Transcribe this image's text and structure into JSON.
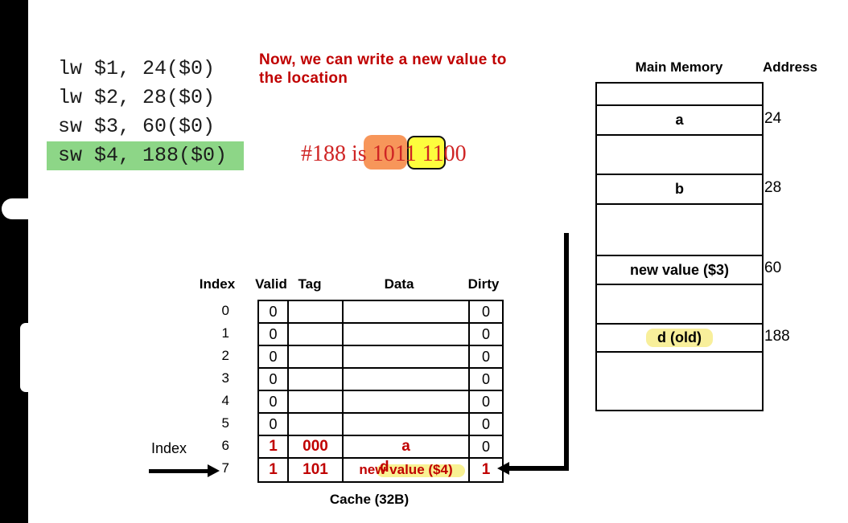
{
  "slide": {
    "code": {
      "lines": [
        "lw $1, 24($0)",
        "lw $2, 28($0)",
        "sw $3, 60($0)",
        "sw $4, 188($0)"
      ],
      "highlighted_line": "sw $4, 188($0)"
    },
    "note": {
      "line1": "Now, we can write a new value to",
      "line2": "the location"
    },
    "binary": {
      "prefix": "#188 is ",
      "tag_bits": "101",
      "boxed_bits": "1 11",
      "trailing_bits": "00"
    },
    "memory": {
      "header": "Main Memory",
      "address_header": "Address",
      "rows": [
        {
          "label": "",
          "height": 28
        },
        {
          "label": "a",
          "height": 37,
          "address": "24"
        },
        {
          "label": "",
          "height": 49
        },
        {
          "label": "b",
          "height": 37,
          "address": "28"
        },
        {
          "label": "",
          "height": 64
        },
        {
          "label": "new value ($3)",
          "height": 36,
          "address": "60"
        },
        {
          "label": "",
          "height": 49
        },
        {
          "label": "d (old)",
          "height": 35,
          "address": "188",
          "highlight": true
        },
        {
          "label": "",
          "height": 71
        }
      ]
    },
    "cache": {
      "col_headers": [
        "Index",
        "Valid",
        "Tag",
        "Data",
        "Dirty"
      ],
      "rows": [
        {
          "index": "0",
          "valid": "0",
          "tag": "",
          "data": "",
          "dirty": "0"
        },
        {
          "index": "1",
          "valid": "0",
          "tag": "",
          "data": "",
          "dirty": "0"
        },
        {
          "index": "2",
          "valid": "0",
          "tag": "",
          "data": "",
          "dirty": "0"
        },
        {
          "index": "3",
          "valid": "0",
          "tag": "",
          "data": "",
          "dirty": "0"
        },
        {
          "index": "4",
          "valid": "0",
          "tag": "",
          "data": "",
          "dirty": "0"
        },
        {
          "index": "5",
          "valid": "0",
          "tag": "",
          "data": "",
          "dirty": "0"
        },
        {
          "index": "6",
          "valid": "1",
          "tag": "000",
          "data": "a",
          "dirty": "0",
          "filled": true
        },
        {
          "index": "7",
          "valid": "1",
          "tag": "101",
          "data": "new value ($4)",
          "dirty": "1",
          "filled": true,
          "dirty_set": true,
          "overwritten": "d"
        }
      ],
      "caption": "Cache (32B)",
      "index_pointer_label": "Index"
    },
    "colors": {
      "highlight_green": "#8dd687",
      "highlight_orange": "#f7965a",
      "highlight_yellow": "#fdfd3d",
      "highlighter_pale_yellow": "#f8ef9b",
      "accent_red": "#c00000",
      "binary_red": "#cf2525"
    }
  }
}
